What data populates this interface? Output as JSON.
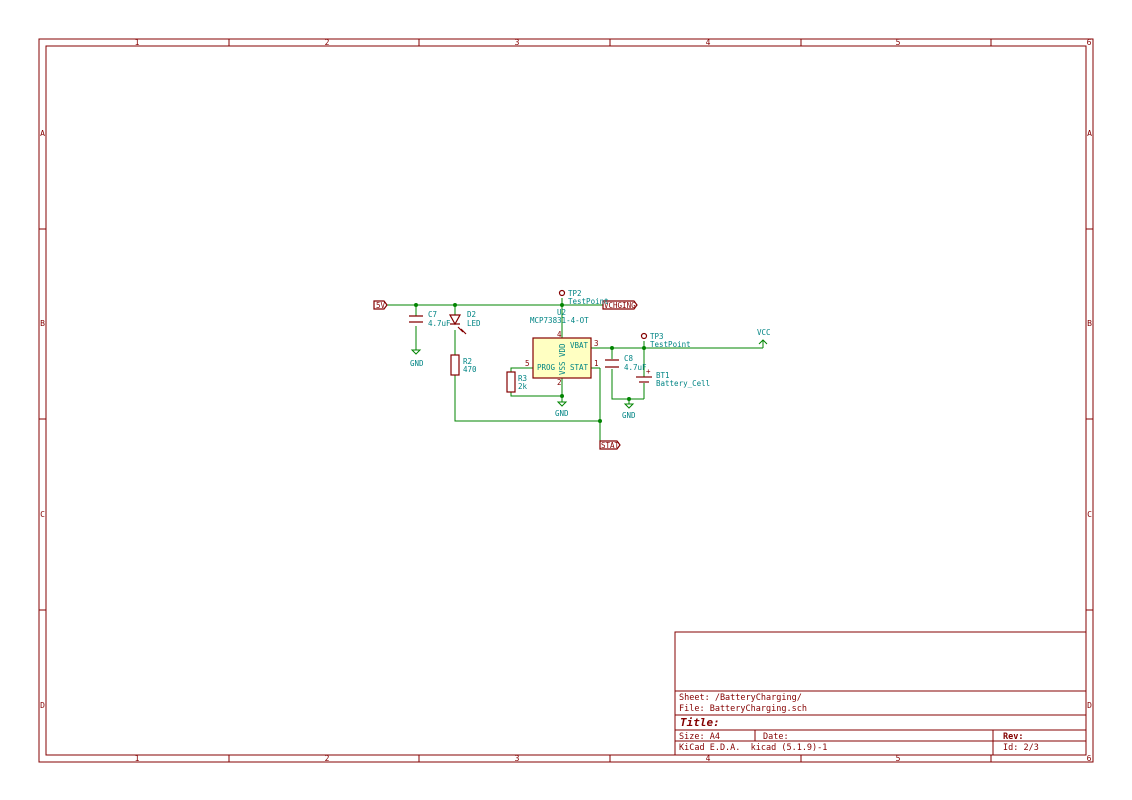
{
  "frame": {
    "columns": [
      "1",
      "2",
      "3",
      "4",
      "5",
      "6"
    ],
    "rows": [
      "A",
      "B",
      "C",
      "D"
    ]
  },
  "labels": {
    "net_5v": "5V",
    "vchging": "VCHGING",
    "stat": "STAT",
    "vcc": "VCC"
  },
  "components": {
    "c7": {
      "ref": "C7",
      "value": "4.7uF"
    },
    "d2": {
      "ref": "D2",
      "value": "LED"
    },
    "r2": {
      "ref": "R2",
      "value": "470"
    },
    "r3": {
      "ref": "R3",
      "value": "2k"
    },
    "tp2": {
      "ref": "TP2",
      "value": "TestPoint"
    },
    "tp3": {
      "ref": "TP3",
      "value": "TestPoint"
    },
    "u2": {
      "ref": "U2",
      "value": "MCP73831-4-OT",
      "pins": {
        "vdd": "VDD",
        "vss": "VSS",
        "vbat": "VBAT",
        "stat": "STAT",
        "prog": "PROG",
        "n4": "4",
        "n2": "2",
        "n3": "3",
        "n1": "1",
        "n5": "5"
      }
    },
    "c8": {
      "ref": "C8",
      "value": "4.7uF"
    },
    "bt1": {
      "ref": "BT1",
      "value": "Battery_Cell",
      "plus": "+"
    },
    "gnd": "GND"
  },
  "title_block": {
    "sheet": "Sheet: /BatteryCharging/",
    "file": "File: BatteryCharging.sch",
    "title": "Title:",
    "size": "Size: A4",
    "date": "Date:",
    "rev": "Rev:",
    "tool": "KiCad E.D.A.  kicad (5.1.9)-1",
    "id": "Id: 2/3"
  }
}
